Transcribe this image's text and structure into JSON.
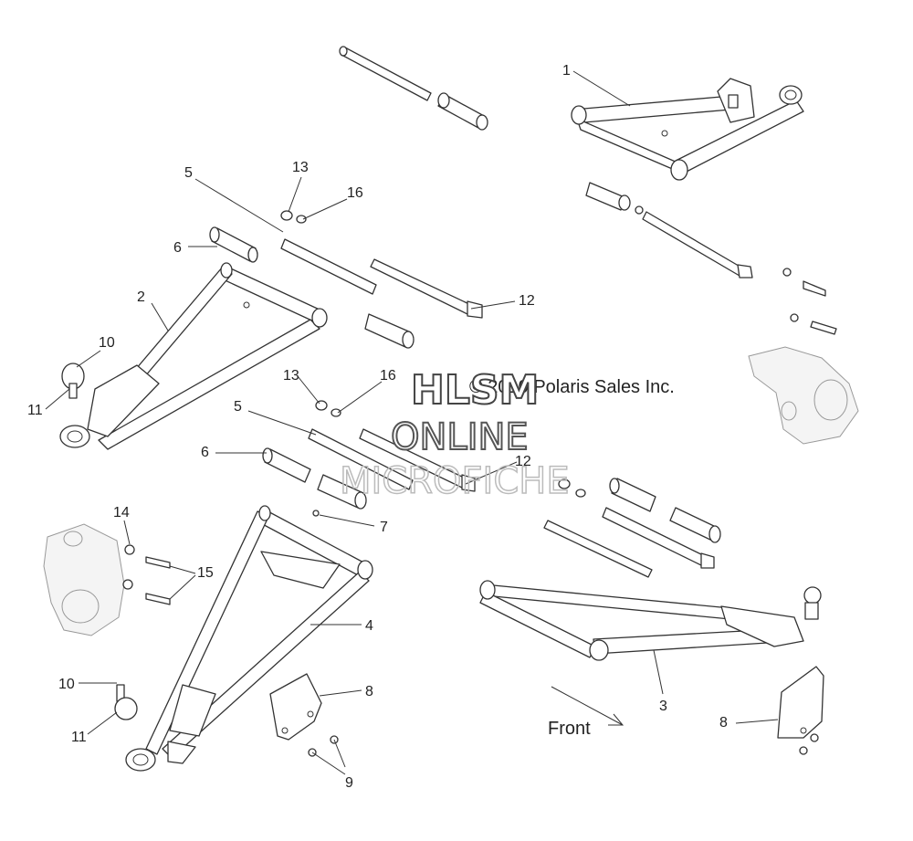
{
  "diagram": {
    "caption": "© 2010 Polaris Sales Inc.",
    "direction_label": "Front",
    "watermark": {
      "line1": "HLSM",
      "line2": "ONLINE",
      "line3": "MICROFICHE"
    },
    "callouts": {
      "c1": "1",
      "c2": "2",
      "c3": "3",
      "c4": "4",
      "c5a": "5",
      "c5b": "5",
      "c6a": "6",
      "c6b": "6",
      "c7": "7",
      "c8a": "8",
      "c8b": "8",
      "c9": "9",
      "c10a": "10",
      "c10b": "10",
      "c11a": "11",
      "c11b": "11",
      "c12a": "12",
      "c12b": "12",
      "c13a": "13",
      "c13b": "13",
      "c14": "14",
      "c15": "15",
      "c16a": "16",
      "c16b": "16"
    }
  }
}
